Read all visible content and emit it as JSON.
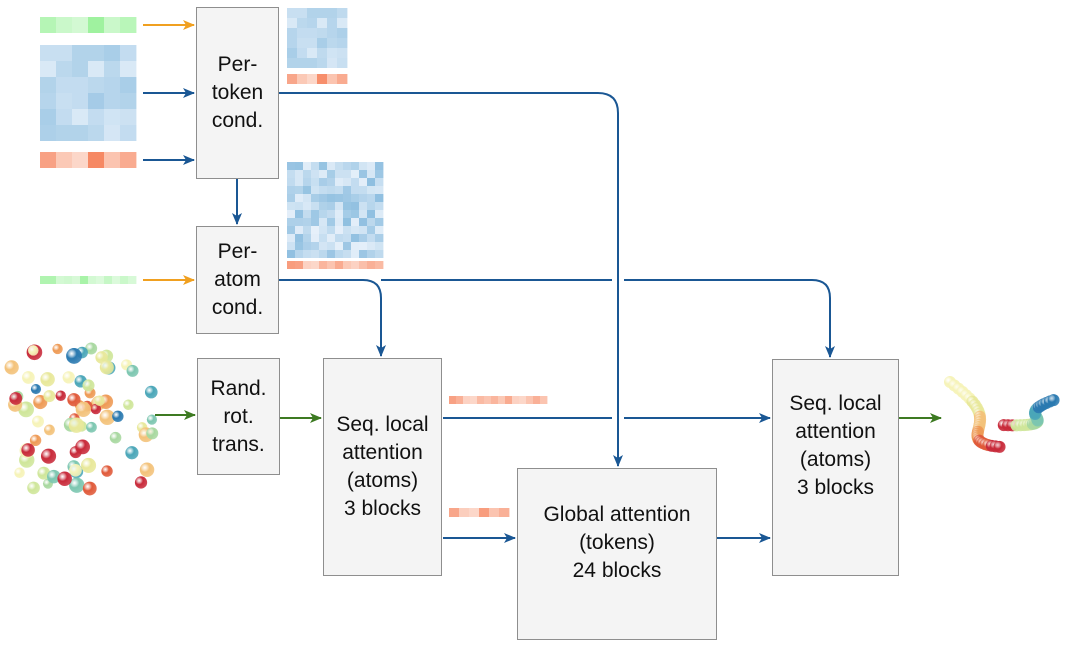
{
  "diagram": {
    "boxes": {
      "per_token": "Per-\ntoken\ncond.",
      "per_atom": "Per-\natom\ncond.",
      "rand_rot": "Rand.\nrot.\ntrans.",
      "seq_local_1": "Seq. local\nattention\n(atoms)\n3 blocks",
      "global_attn": "Global attention\n(tokens)\n24 blocks",
      "seq_local_2": "Seq. local\nattention\n(atoms)\n3 blocks"
    },
    "colors": {
      "arrow_blue": "#1a5794",
      "arrow_orange": "#f0a020",
      "arrow_green": "#3d7a22",
      "box_fill": "#f4f4f4",
      "box_border": "#8e8e8e",
      "matrix_blue": "#9ec8e4",
      "vector_red": "#f6845e",
      "vector_green": "#8ef08e"
    },
    "inputs": {
      "token_features_green": [
        0.55,
        0.3,
        0.2,
        0.8,
        0.3,
        0.5
      ],
      "token_pair_matrix_6x6": [
        [
          0.35,
          0.35,
          0.6,
          0.6,
          0.7,
          0.4
        ],
        [
          0.15,
          0.5,
          0.6,
          0.15,
          0.5,
          0.15
        ],
        [
          0.6,
          0.4,
          0.4,
          0.5,
          0.55,
          0.7
        ],
        [
          0.55,
          0.35,
          0.4,
          0.75,
          0.55,
          0.6
        ],
        [
          0.7,
          0.4,
          0.15,
          0.4,
          0.25,
          0.3
        ],
        [
          0.65,
          0.6,
          0.6,
          0.5,
          0.2,
          0.4
        ]
      ],
      "token_features_red": [
        0.7,
        0.3,
        0.15,
        0.95,
        0.35,
        0.6
      ],
      "atom_features_green": [
        0.6,
        0.6,
        0.2,
        0.25,
        0.15,
        0.7,
        0.2,
        0.1,
        0.35,
        0.1,
        0.3,
        0.15
      ]
    },
    "outputs": {
      "token_cond_matrix_6x6": [
        [
          0.35,
          0.35,
          0.6,
          0.6,
          0.6,
          0.45
        ],
        [
          0.15,
          0.5,
          0.55,
          0.15,
          0.55,
          0.15
        ],
        [
          0.55,
          0.4,
          0.4,
          0.45,
          0.55,
          0.65
        ],
        [
          0.55,
          0.35,
          0.35,
          0.7,
          0.5,
          0.55
        ],
        [
          0.7,
          0.4,
          0.15,
          0.45,
          0.25,
          0.3
        ],
        [
          0.6,
          0.6,
          0.6,
          0.5,
          0.2,
          0.35
        ]
      ],
      "token_cond_vector": [
        0.65,
        0.3,
        0.15,
        0.9,
        0.35,
        0.6
      ],
      "atom_cond_vector": [
        0.75,
        0.7,
        0.2,
        0.15,
        0.5,
        0.35,
        0.6,
        0.3,
        0.2,
        0.4,
        0.55,
        0.45
      ],
      "local_to_right_vector": [
        0.7,
        0.55,
        0.2,
        0.15,
        0.45,
        0.35,
        0.5,
        0.3,
        0.6,
        0.2,
        0.15,
        0.35,
        0.55,
        0.35
      ],
      "local_to_global_vector": [
        0.65,
        0.25,
        0.15,
        0.75,
        0.35,
        0.55
      ]
    }
  }
}
